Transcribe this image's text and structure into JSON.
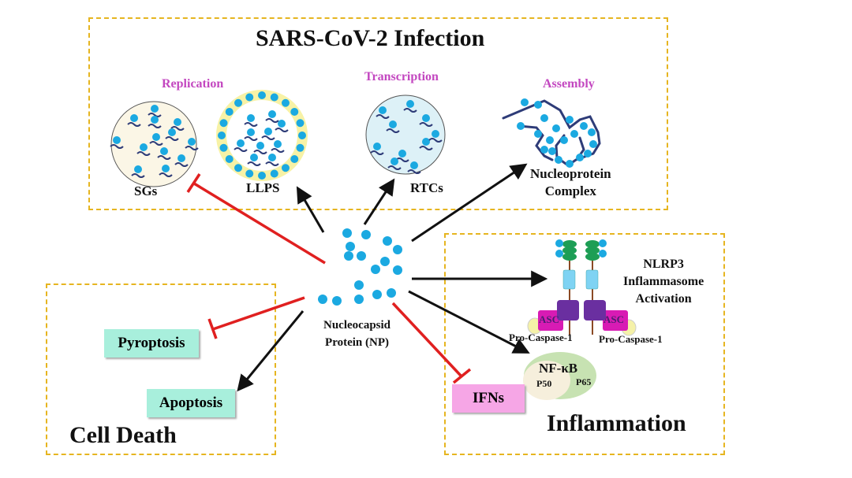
{
  "title": "SARS-CoV-2 Infection",
  "infection": {
    "replication_label": "Replication",
    "transcription_label": "Transcription",
    "assembly_label": "Assembly",
    "sgs_label": "SGs",
    "llps_label": "LLPS",
    "rtcs_label": "RTCs",
    "nucleoprotein_line1": "Nucleoprotein",
    "nucleoprotein_line2": "Complex"
  },
  "center": {
    "line1": "Nucleocapsid",
    "line2": "Protein (NP)"
  },
  "cell_death": {
    "title": "Cell Death",
    "pyroptosis": "Pyroptosis",
    "apoptosis": "Apoptosis"
  },
  "inflammation": {
    "title": "Inflammation",
    "nlrp3_line1": "NLRP3",
    "nlrp3_line2": "Inflammasome",
    "nlrp3_line3": "Activation",
    "asc": "ASC",
    "procaspase": "Pro-Caspase-1",
    "nfkb": "NF-κB",
    "p50": "P50",
    "p65": "P65",
    "ifns": "IFNs"
  },
  "colors": {
    "dot": "#1ba9e1",
    "inhibit": "#e02020",
    "activate": "#111111",
    "box_border": "#e6b520",
    "process_pink": "#c347c0",
    "cell_death_tag": "#a8efdc",
    "ifn_tag": "#f6a6e6"
  }
}
